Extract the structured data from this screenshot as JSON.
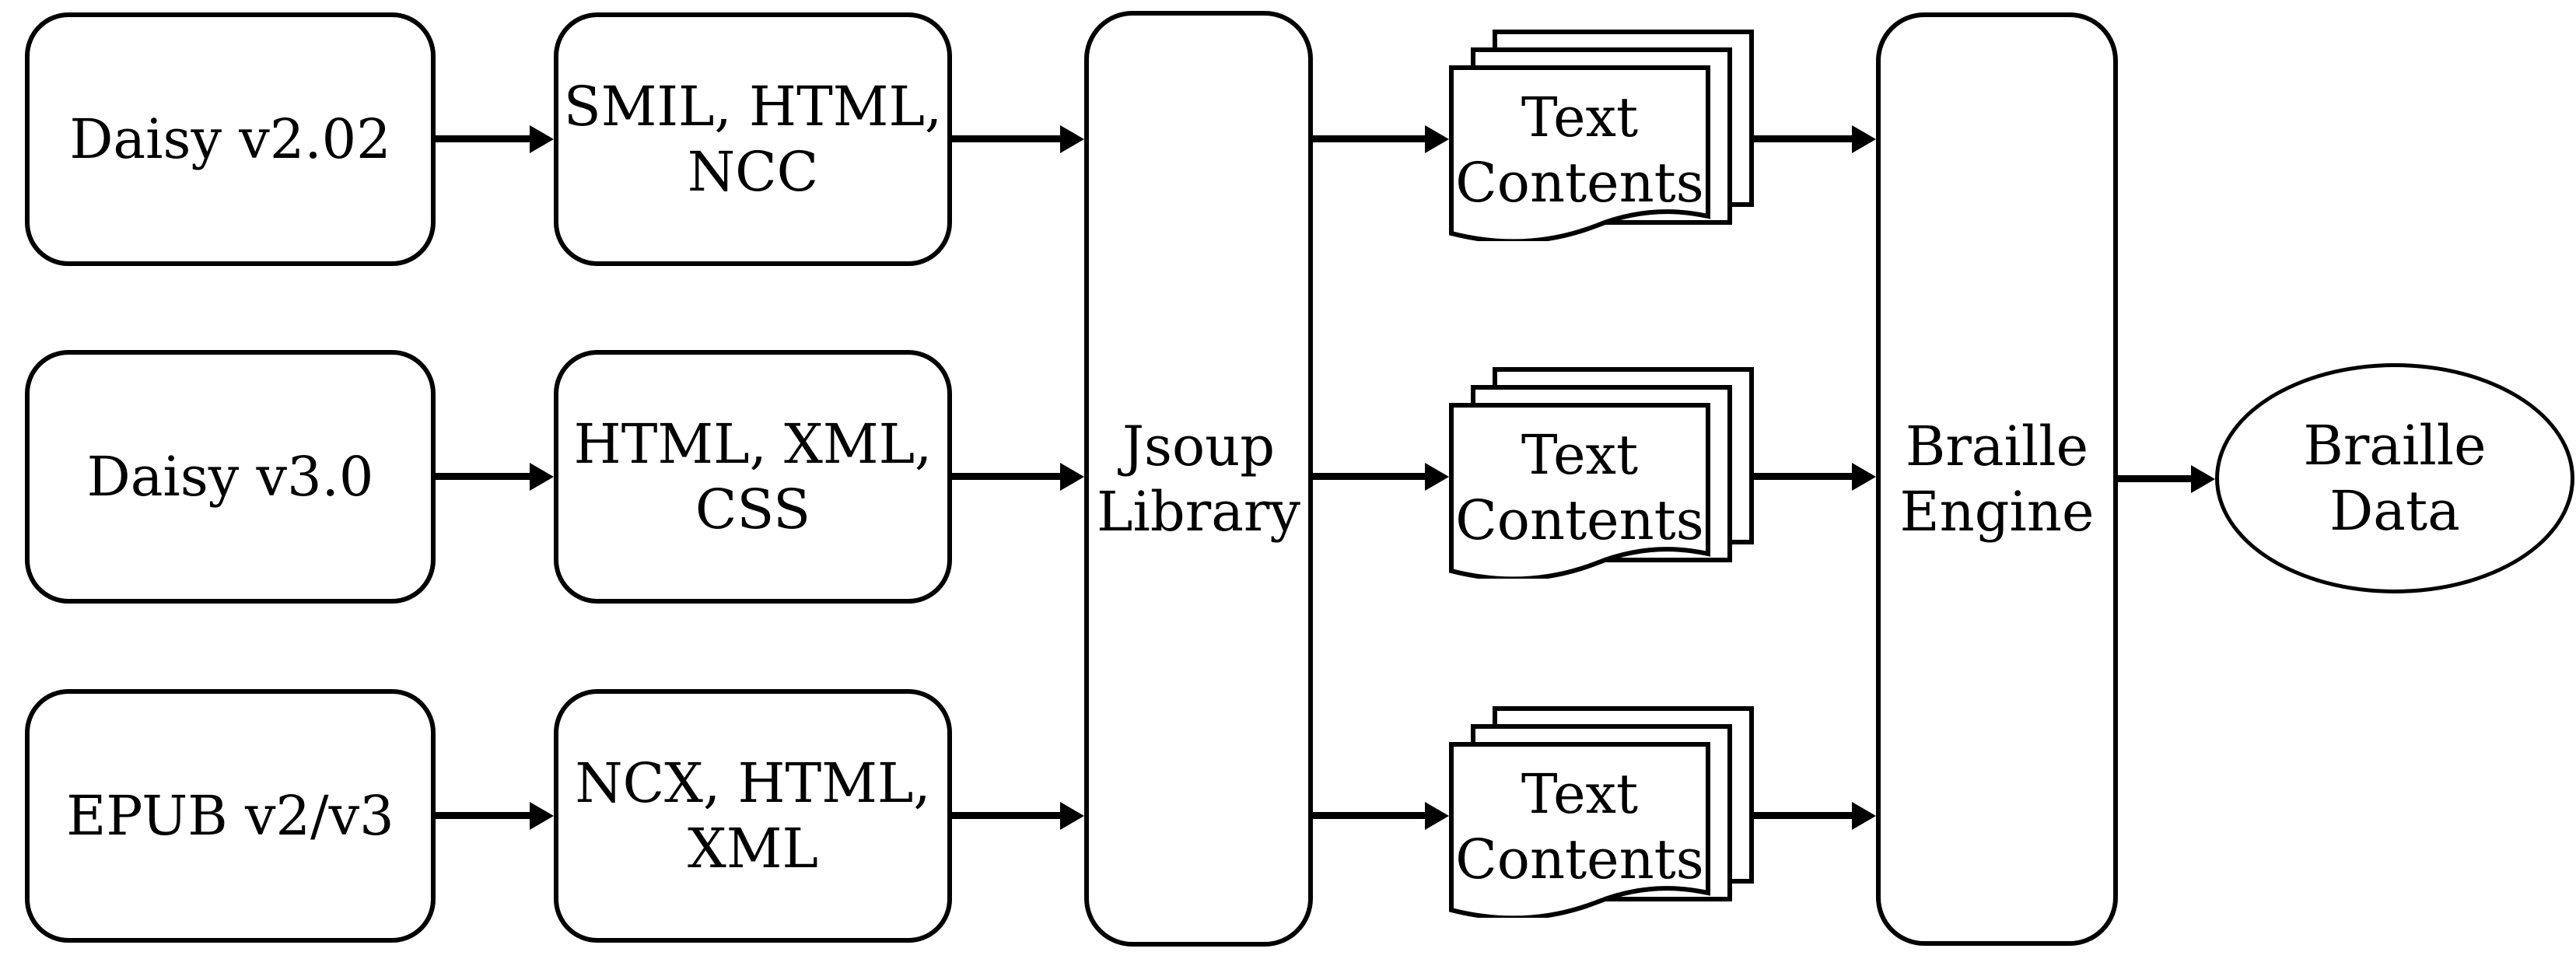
{
  "diagram": {
    "colors": {
      "stroke": "#000000",
      "fill": "#ffffff",
      "background": "#ffffff"
    },
    "sources": [
      {
        "label": "Daisy v2.02"
      },
      {
        "label": "Daisy v3.0"
      },
      {
        "label": "EPUB v2/v3"
      }
    ],
    "formats": [
      {
        "line1": "SMIL, HTML,",
        "line2": "NCC"
      },
      {
        "line1": "HTML, XML,",
        "line2": "CSS"
      },
      {
        "line1": "NCX, HTML,",
        "line2": "XML"
      }
    ],
    "parser": {
      "line1": "Jsoup",
      "line2": "Library"
    },
    "documents": [
      {
        "line1": "Text",
        "line2": "Contents"
      },
      {
        "line1": "Text",
        "line2": "Contents"
      },
      {
        "line1": "Text",
        "line2": "Contents"
      }
    ],
    "engine": {
      "line1": "Braille",
      "line2": "Engine"
    },
    "output": {
      "line1": "Braille",
      "line2": "Data"
    }
  }
}
